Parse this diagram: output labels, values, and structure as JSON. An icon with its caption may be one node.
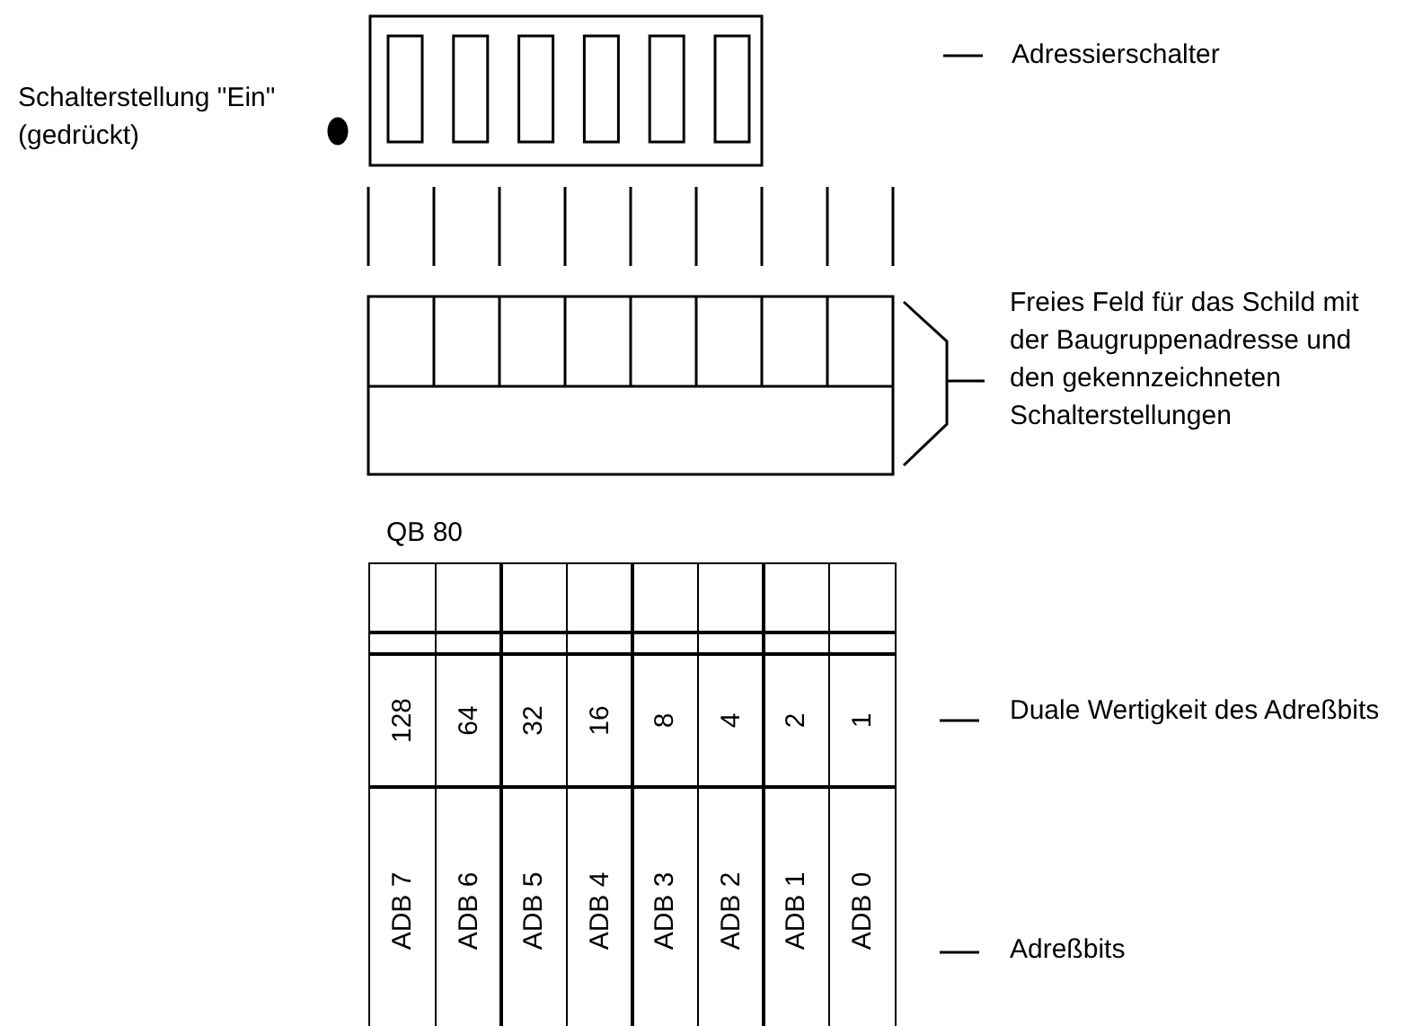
{
  "diagram": {
    "labels": [
      "Schalterstellung \"Ein\" (gedrückt)",
      "Adressierschalter",
      "Freies Feld für das Schild mit der Baugruppenadresse und den gekennzeichneten Schalterstellungen",
      "QB 80",
      "128",
      "64",
      "32",
      "16",
      "8",
      "4",
      "2",
      "1",
      "Duale Wertigkeit des Adreßbits",
      "ADB 7",
      "ADB 6",
      "ADB 5",
      "ADB 4",
      "ADB 3",
      "ADB 2",
      "ADB 1",
      "ADB 0",
      "Adreßbits"
    ]
  }
}
